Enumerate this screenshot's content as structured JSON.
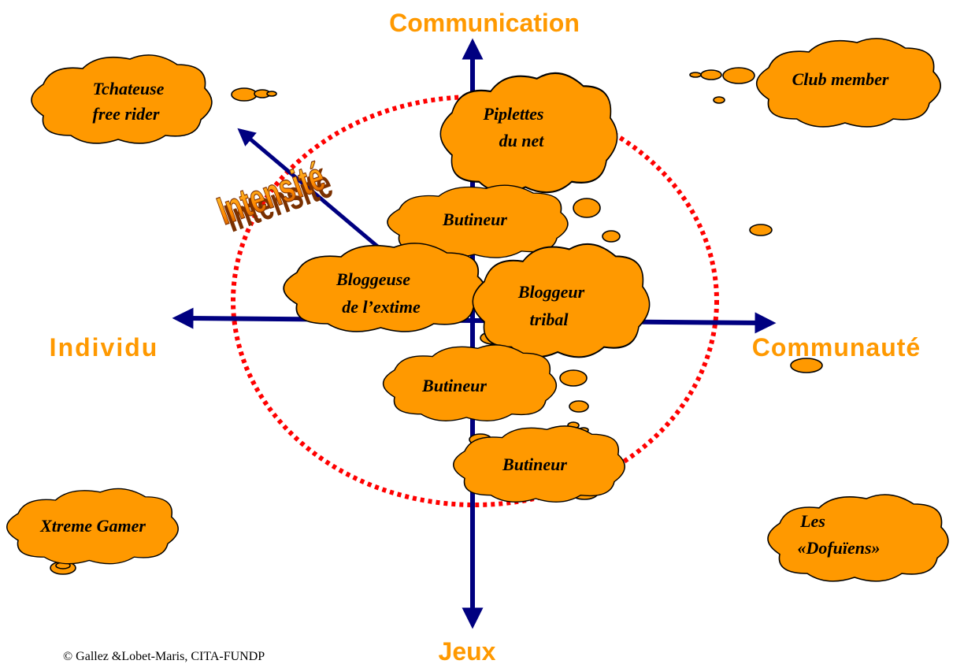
{
  "axes": {
    "top": "Communication",
    "left": "Individu",
    "right": "Communauté",
    "bottom": "Jeux",
    "diagonal": "Intensité"
  },
  "clouds": {
    "tchateuse": [
      "Tchateuse",
      "free rider"
    ],
    "club_member": [
      "Club member"
    ],
    "piplettes": [
      "Piplettes",
      "du net"
    ],
    "butineur_top": [
      "Butineur"
    ],
    "bloggeuse": [
      "Bloggeuse",
      "de l’extime"
    ],
    "bloggeur": [
      "Bloggeur",
      "tribal"
    ],
    "butineur_mid": [
      "Butineur"
    ],
    "butineur_low": [
      "Butineur"
    ],
    "xtreme": [
      "Xtreme Gamer"
    ],
    "dofuiens": [
      "Les",
      "«Dofuïens»"
    ]
  },
  "footer": {
    "copyright": "© Gallez &Lobet-Maris, CITA-FUNDP"
  },
  "colors": {
    "cloud_fill": "#ff9900",
    "axis_arrow": "#000080",
    "axis_label": "#ff9900",
    "dotted_circle": "#ff0000"
  }
}
